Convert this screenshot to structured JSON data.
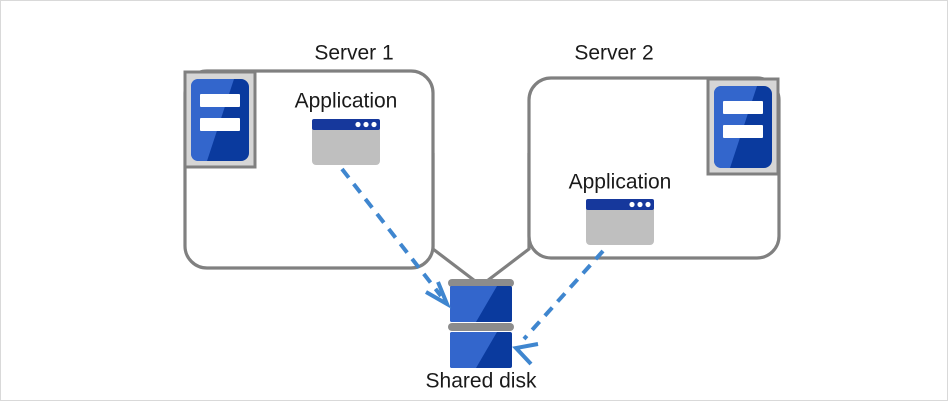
{
  "diagram": {
    "title_hidden": "",
    "nodes": {
      "server1": {
        "label": "Server 1",
        "application_label": "Application",
        "icon_name": "server-icon"
      },
      "server2": {
        "label": "Server 2",
        "application_label": "Application",
        "icon_name": "server-icon"
      },
      "shared_disk": {
        "label": "Shared disk",
        "icon_name": "disk-stack-icon"
      }
    },
    "colors": {
      "box_stroke": "#808080",
      "arrow": "#3f86cf",
      "icon_blue_light": "#3366cc",
      "icon_blue_dark": "#0a3a9e",
      "window_title": "#16389c",
      "window_body": "#bfbfbf",
      "plate_gray": "#d6d6d6",
      "disk_bar": "#8c8c8c",
      "canvas_border": "#d9d9d9",
      "text": "#1a1a1a"
    }
  }
}
